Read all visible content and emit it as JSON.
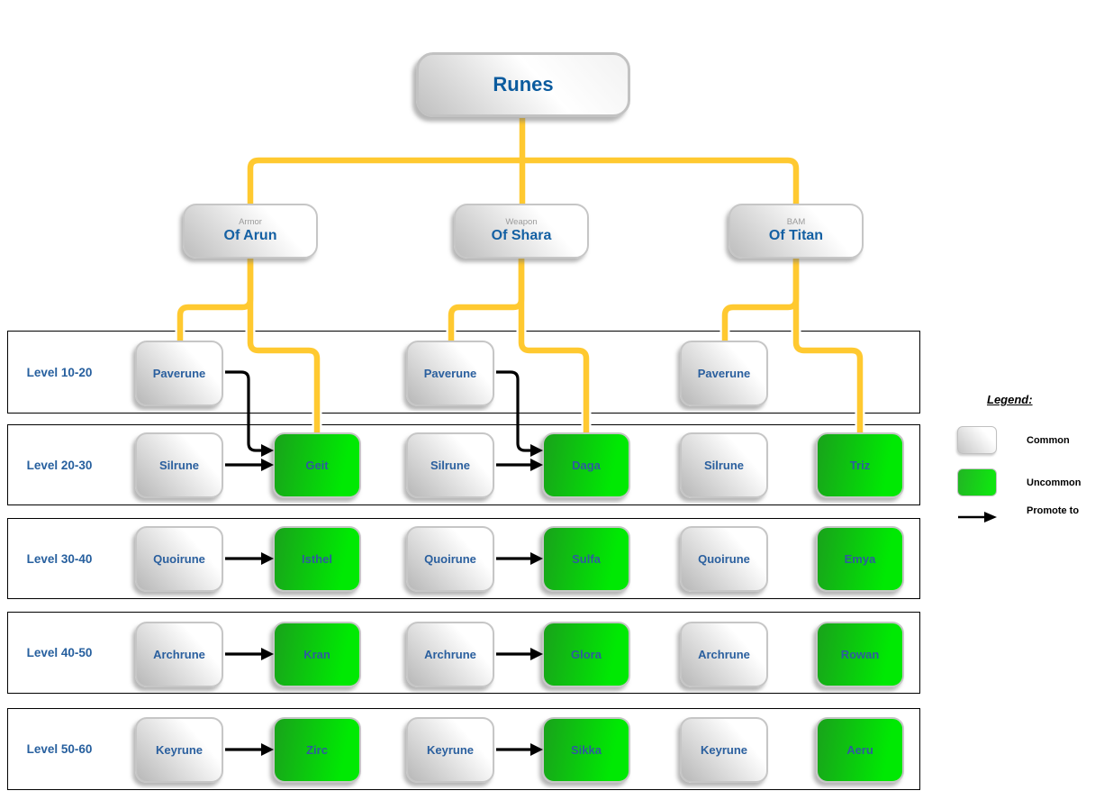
{
  "diagram_title": "Runes",
  "categories": [
    {
      "subtitle": "Armor",
      "label": "Of Arun"
    },
    {
      "subtitle": "Weapon",
      "label": "Of Shara"
    },
    {
      "subtitle": "BAM",
      "label": "Of Titan"
    }
  ],
  "rows": [
    {
      "label": "Level 10-20",
      "common": [
        "Paverune",
        "Paverune",
        "Paverune"
      ],
      "uncommon": []
    },
    {
      "label": "Level 20-30",
      "common": [
        "Silrune",
        "Silrune",
        "Silrune"
      ],
      "uncommon": [
        "Geit",
        "Daga",
        "Triz"
      ]
    },
    {
      "label": "Level 30-40",
      "common": [
        "Quoirune",
        "Quoirune",
        "Quoirune"
      ],
      "uncommon": [
        "Isthel",
        "Sulfa",
        "Emya"
      ]
    },
    {
      "label": "Level 40-50",
      "common": [
        "Archrune",
        "Archrune",
        "Archrune"
      ],
      "uncommon": [
        "Kran",
        "Glora",
        "Rowan"
      ]
    },
    {
      "label": "Level 50-60",
      "common": [
        "Keyrune",
        "Keyrune",
        "Keyrune"
      ],
      "uncommon": [
        "Zirc",
        "Sikka",
        "Aeru"
      ]
    }
  ],
  "legend": {
    "title": "Legend:",
    "items": [
      {
        "swatch": "common-box",
        "label": "Common"
      },
      {
        "swatch": "uncommon-box",
        "label": "Uncommon"
      },
      {
        "swatch": "promote-arrow",
        "label": "Promote to"
      }
    ]
  },
  "colors": {
    "connector_yellow": "#FFC930",
    "common_gray_dark": "#B7B7B7",
    "common_gray_light": "#FFFFFF",
    "uncommon_green_dark": "#19A21B",
    "uncommon_green_bright": "#00E903",
    "node_text_blue": "#2A5F9E",
    "title_text_blue": "#0B5B9E",
    "subtitle_gray": "#9B9B9B",
    "arrow_black": "#000000",
    "row_border_black": "#000000"
  }
}
